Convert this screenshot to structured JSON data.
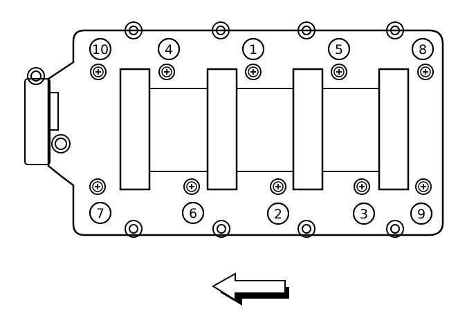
{
  "diagram": {
    "bolts": [
      {
        "id": "b1",
        "sequence": "1"
      },
      {
        "id": "b2",
        "sequence": "2"
      },
      {
        "id": "b3",
        "sequence": "3"
      },
      {
        "id": "b4",
        "sequence": "4"
      },
      {
        "id": "b5",
        "sequence": "5"
      },
      {
        "id": "b6",
        "sequence": "6"
      },
      {
        "id": "b7",
        "sequence": "7"
      },
      {
        "id": "b8",
        "sequence": "8"
      },
      {
        "id": "b9",
        "sequence": "9"
      },
      {
        "id": "b10",
        "sequence": "10"
      }
    ],
    "arrow": {
      "direction": "left"
    },
    "colors": {
      "line": "#000000",
      "background": "#ffffff"
    }
  }
}
